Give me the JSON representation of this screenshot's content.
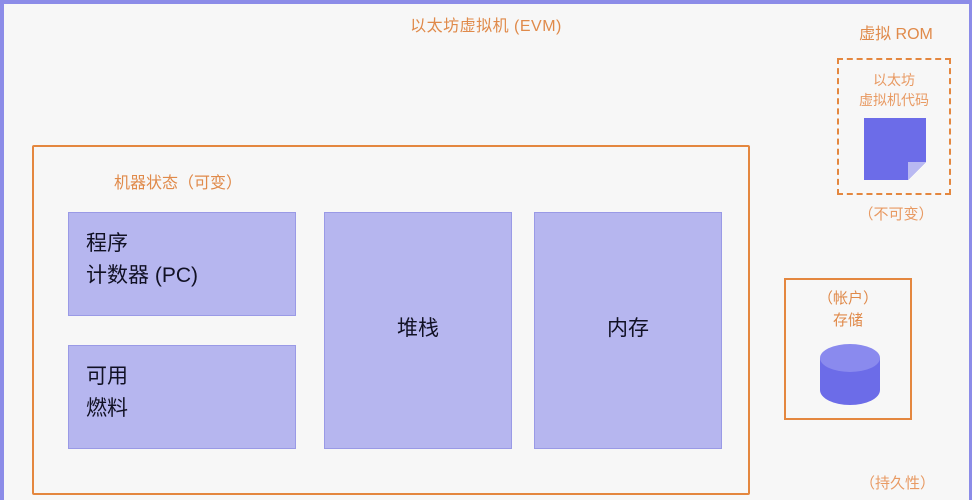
{
  "diagram": {
    "title": "以太坊虚拟机 (EVM)",
    "background": "#f7f7f7",
    "accent_orange": "#e4873f",
    "accent_purple": "#8c8ce8",
    "box_fill": "#b6b6ef"
  },
  "machine_state": {
    "title": "机器状态（可变）",
    "boxes": [
      {
        "id": "program-counter",
        "label": "程序\n计数器 (PC)"
      },
      {
        "id": "available-gas",
        "label": "可用\n燃料"
      },
      {
        "id": "stack",
        "label": "堆栈"
      },
      {
        "id": "memory",
        "label": "内存"
      }
    ]
  },
  "virtual_rom": {
    "title": "虚拟 ROM",
    "box_label": "以太坊\n虚拟机代码",
    "icon": "code-document-icon",
    "caption": "（不可变）"
  },
  "account_storage": {
    "label": "（帐户）\n存储",
    "icon": "database-cylinder-icon",
    "caption": "（持久性）"
  }
}
